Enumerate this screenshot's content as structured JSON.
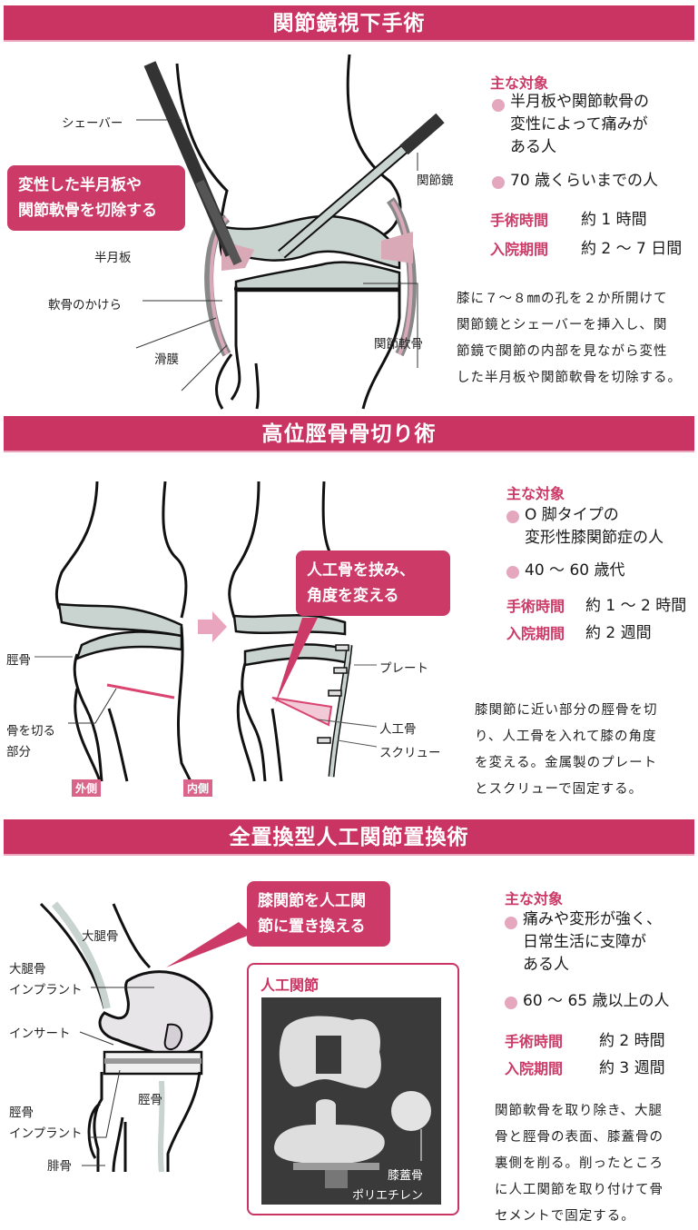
{
  "sections": [
    {
      "title": "関節鏡視下手術",
      "target_heading": "主な対象",
      "targets": [
        "半月板や関節軟骨の変性によって痛みがある人",
        "70 歳くらいまでの人"
      ],
      "targets_lines": [
        [
          "半月板や関節軟骨の",
          "変性によって痛みが",
          "ある人"
        ],
        [
          "70 歳くらいまでの人"
        ]
      ],
      "surgery_time_label": "手術時間",
      "surgery_time": "約 1 時間",
      "hospital_stay_label": "入院期間",
      "hospital_stay": "約 2 〜 7 日間",
      "description_lines": [
        "膝に７〜８㎜の孔を２か所開けて",
        "関節鏡とシェーバーを挿入し、関",
        "節鏡で関節の内部を見ながら変性",
        "した半月板や関節軟骨を切除する。"
      ],
      "callout_lines": [
        "変性した半月板や",
        "関節軟骨を切除する"
      ],
      "illustration_labels": {
        "shaver": "シェーバー",
        "arthroscope": "関節鏡",
        "meniscus": "半月板",
        "cartilage_fragments": "軟骨のかけら",
        "synovium": "滑膜",
        "articular_cartilage": "関節軟骨"
      }
    },
    {
      "title": "高位脛骨骨切り術",
      "target_heading": "主な対象",
      "targets_lines": [
        [
          "O 脚タイプの",
          "変形性膝関節症の人"
        ],
        [
          "40 〜 60 歳代"
        ]
      ],
      "surgery_time_label": "手術時間",
      "surgery_time": "約 1 〜 2 時間",
      "hospital_stay_label": "入院期間",
      "hospital_stay": "約 2 週間",
      "description_lines": [
        "膝関節に近い部分の脛骨を切",
        "り、人工骨を入れて膝の角度",
        "を変える。金属製のプレート",
        "とスクリューで固定する。"
      ],
      "callout_lines": [
        "人工骨を挟み、",
        "角度を変える"
      ],
      "illustration_labels": {
        "tibia": "脛骨",
        "cut_part_1": "骨を切る",
        "cut_part_2": "部分",
        "plate": "プレート",
        "artificial_bone": "人工骨",
        "screw": "スクリュー",
        "outer_side": "外側",
        "inner_side": "内側"
      }
    },
    {
      "title": "全置換型人工関節置換術",
      "target_heading": "主な対象",
      "targets_lines": [
        [
          "痛みや変形が強く、",
          "日常生活に支障が",
          "ある人"
        ],
        [
          "60 〜 65 歳以上の人"
        ]
      ],
      "surgery_time_label": "手術時間",
      "surgery_time": "約 2 時間",
      "hospital_stay_label": "入院期間",
      "hospital_stay": "約 3 週間",
      "description_lines": [
        "関節軟骨を取り除き、大腿",
        "骨と脛骨の表面、膝蓋骨の",
        "裏側を削る。削ったところ",
        "に人工関節を取り付けて骨",
        "セメントで固定する。"
      ],
      "callout_lines": [
        "膝関節を人工関",
        "節に置き換える"
      ],
      "illustration_labels": {
        "femur": "大腿骨",
        "femoral_implant_1": "大腿骨",
        "femoral_implant_2": "インプラント",
        "insert": "インサート",
        "tibia": "脛骨",
        "tibial_implant_1": "脛骨",
        "tibial_implant_2": "インプラント",
        "fibula": "腓骨"
      },
      "photo": {
        "title": "人工関節",
        "label_patella": "膝蓋骨",
        "label_polyethylene": "ポリエチレン"
      }
    }
  ],
  "colors": {
    "banner": "#c93463",
    "accent_text": "#cc3a68",
    "bullet_dot": "#e4a7bd",
    "cartilage_gray": "#c9d3cf"
  }
}
